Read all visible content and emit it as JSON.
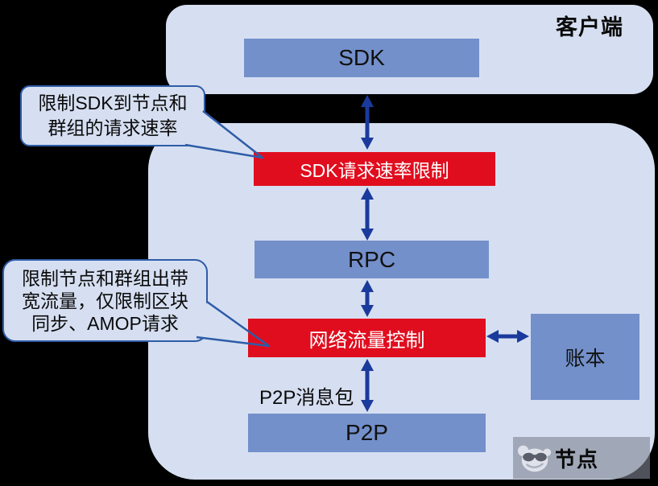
{
  "client": {
    "label": "客户端"
  },
  "node": {
    "label": "节点"
  },
  "boxes": {
    "sdk": {
      "label": "SDK"
    },
    "sdk_rate_limit": {
      "label": "SDK请求速率限制"
    },
    "rpc": {
      "label": "RPC"
    },
    "traffic_control": {
      "label": "网络流量控制"
    },
    "p2p": {
      "label": "P2P"
    },
    "ledger": {
      "label": "账本"
    }
  },
  "annotations": {
    "p2p_packet_label": "P2P消息包",
    "callout_sdk_rate": {
      "line1": "限制SDK到节点和",
      "line2": "群组的请求速率"
    },
    "callout_bandwidth": {
      "line1": "限制节点和群组出带",
      "line2": "宽流量，仅限制区块",
      "line3": "同步、AMOP请求"
    }
  },
  "colors": {
    "background": "#000000",
    "container": "#D6DFF1",
    "blue_box": "#7390CB",
    "red_box": "#E00D1E",
    "arrow": "#1A3A9C",
    "callout_border": "#2E5CA8",
    "watermark_bg": "rgba(128,133,145,0.62)"
  }
}
